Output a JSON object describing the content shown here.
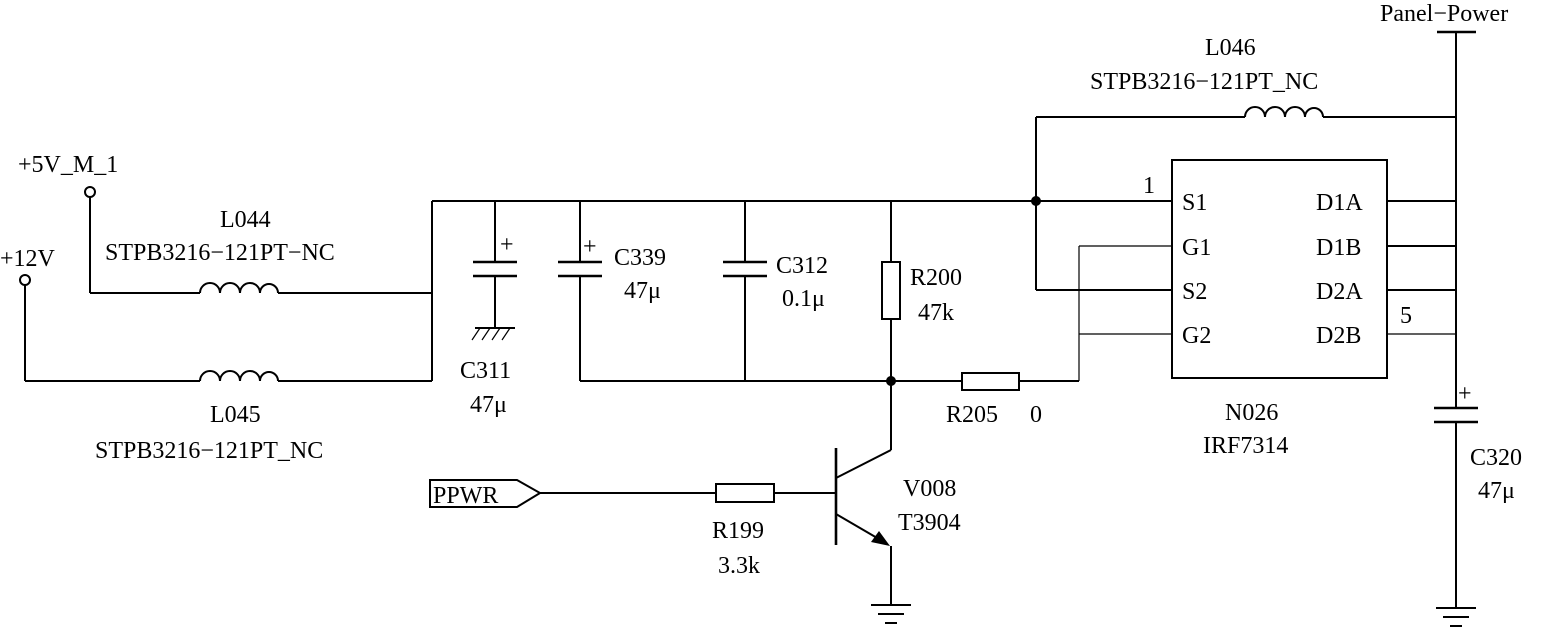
{
  "nets": {
    "panel_power": "Panel−Power",
    "v5": "+5V_M_1",
    "v12": "+12V",
    "ppwr": "PPWR"
  },
  "components": {
    "l044": {
      "ref": "L044",
      "part": "STPB3216−121PT−NC"
    },
    "l045": {
      "ref": "L045",
      "part": "STPB3216−121PT_NC"
    },
    "l046": {
      "ref": "L046",
      "part": "STPB3216−121PT_NC"
    },
    "c311": {
      "ref": "C311",
      "value": "47μ"
    },
    "c339": {
      "ref": "C339",
      "value": "47μ"
    },
    "c312": {
      "ref": "C312",
      "value": "0.1μ"
    },
    "c320": {
      "ref": "C320",
      "value": "47μ"
    },
    "r200": {
      "ref": "R200",
      "value": "47k"
    },
    "r205": {
      "ref": "R205",
      "value": "0"
    },
    "r199": {
      "ref": "R199",
      "value": "3.3k"
    },
    "v008": {
      "ref": "V008",
      "part": "T3904"
    },
    "n026": {
      "ref": "N026",
      "part": "IRF7314",
      "pins_left": [
        "S1",
        "G1",
        "S2",
        "G2"
      ],
      "pins_right": [
        "D1A",
        "D1B",
        "D2A",
        "D2B"
      ],
      "pin_first": "1",
      "pin_last": "5"
    }
  },
  "polarity_mark": "+"
}
